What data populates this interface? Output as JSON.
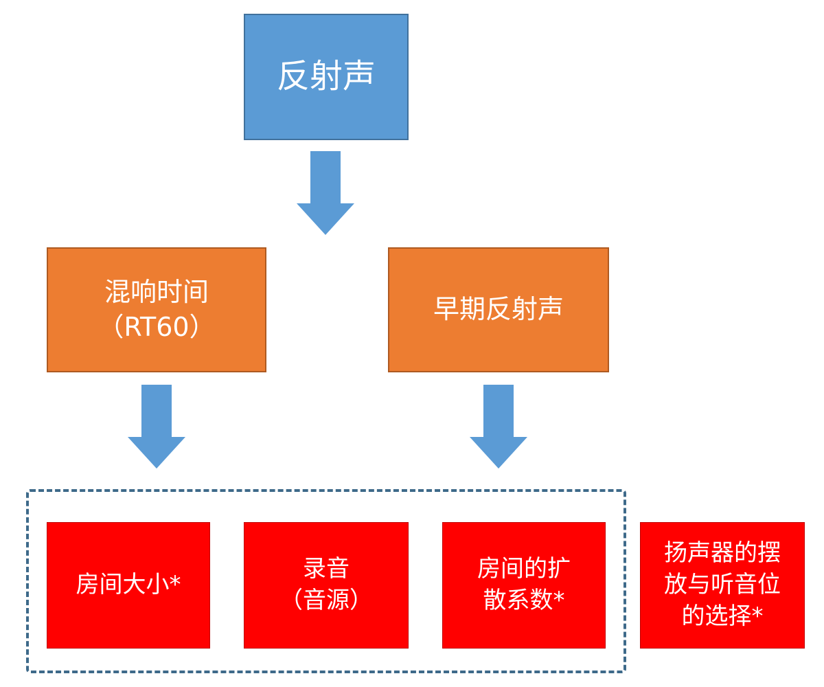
{
  "diagram": {
    "top": {
      "lines": [
        "反射声"
      ]
    },
    "middle": {
      "reverb_time": {
        "lines": [
          "混响时间",
          "（RT60）"
        ]
      },
      "early_reflection": {
        "lines": [
          "早期反射声"
        ]
      }
    },
    "bottom": {
      "room_size": {
        "lines": [
          "房间大小*"
        ]
      },
      "recording": {
        "lines": [
          "录音",
          "（音源）"
        ]
      },
      "diffusion": {
        "lines": [
          "房间的扩",
          "散系数*"
        ]
      },
      "speaker_placement": {
        "lines": [
          "扬声器的摆",
          "放与听音位",
          "的选择*"
        ]
      }
    }
  },
  "colors": {
    "top_fill": "#5b9bd5",
    "middle_fill": "#ed7d31",
    "bottom_fill": "#ff0000",
    "arrow_fill": "#5b9bd5",
    "group_border": "#3e6a8a"
  },
  "icons": {
    "arrow": "down-arrow-icon"
  }
}
